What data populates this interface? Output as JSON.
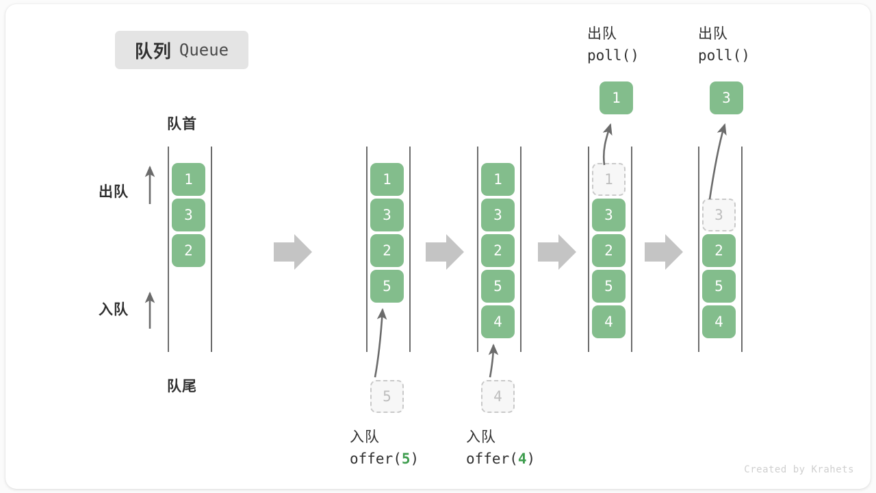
{
  "title": {
    "cn": "队列",
    "en": "Queue"
  },
  "watermark": "Created by Krahets",
  "side_labels": {
    "head": "队首",
    "tail": "队尾",
    "dequeue": "出队",
    "enqueue": "入队"
  },
  "colors": {
    "cell_fill": "#83bd8c",
    "cell_text": "#ffffff",
    "ghost_fill": "#f7f7f7",
    "ghost_border": "#c9c9c9",
    "ghost_text": "#bdbdbd",
    "rail": "#6b6b6b",
    "step_arrow": "#c4c4c4",
    "accent_green": "#3e9d4e",
    "text": "#2f2f2f",
    "badge_bg": "#e4e4e4",
    "card_bg": "#ffffff"
  },
  "columns": [
    {
      "id": "state-initial",
      "cells": [
        "1",
        "3",
        "2"
      ],
      "ghost_in_rail": null,
      "incoming": null,
      "outgoing": null,
      "caption": null
    },
    {
      "id": "state-after-offer-5",
      "cells": [
        "1",
        "3",
        "2",
        "5"
      ],
      "ghost_in_rail": null,
      "incoming": {
        "value": "5"
      },
      "outgoing": null,
      "caption": {
        "line1": "入队",
        "fn": "offer(",
        "arg": "5",
        "close": ")"
      }
    },
    {
      "id": "state-after-offer-4",
      "cells": [
        "1",
        "3",
        "2",
        "5",
        "4"
      ],
      "ghost_in_rail": null,
      "incoming": {
        "value": "4"
      },
      "outgoing": null,
      "caption": {
        "line1": "入队",
        "fn": "offer(",
        "arg": "4",
        "close": ")"
      }
    },
    {
      "id": "state-after-poll-1",
      "cells": [
        "3",
        "2",
        "5",
        "4"
      ],
      "ghost_in_rail": {
        "value": "1",
        "slot": 0
      },
      "incoming": null,
      "outgoing": {
        "value": "1",
        "line1": "出队",
        "line2": "poll()"
      },
      "caption": null
    },
    {
      "id": "state-after-poll-3",
      "cells": [
        "2",
        "5",
        "4"
      ],
      "ghost_in_rail": {
        "value": "3",
        "slot": 1
      },
      "incoming": null,
      "outgoing": {
        "value": "3",
        "line1": "出队",
        "line2": "poll()"
      },
      "caption": null
    }
  ],
  "step_arrows": [
    {
      "name": "step-arrow-1"
    },
    {
      "name": "step-arrow-2"
    },
    {
      "name": "step-arrow-3"
    },
    {
      "name": "step-arrow-4"
    }
  ]
}
